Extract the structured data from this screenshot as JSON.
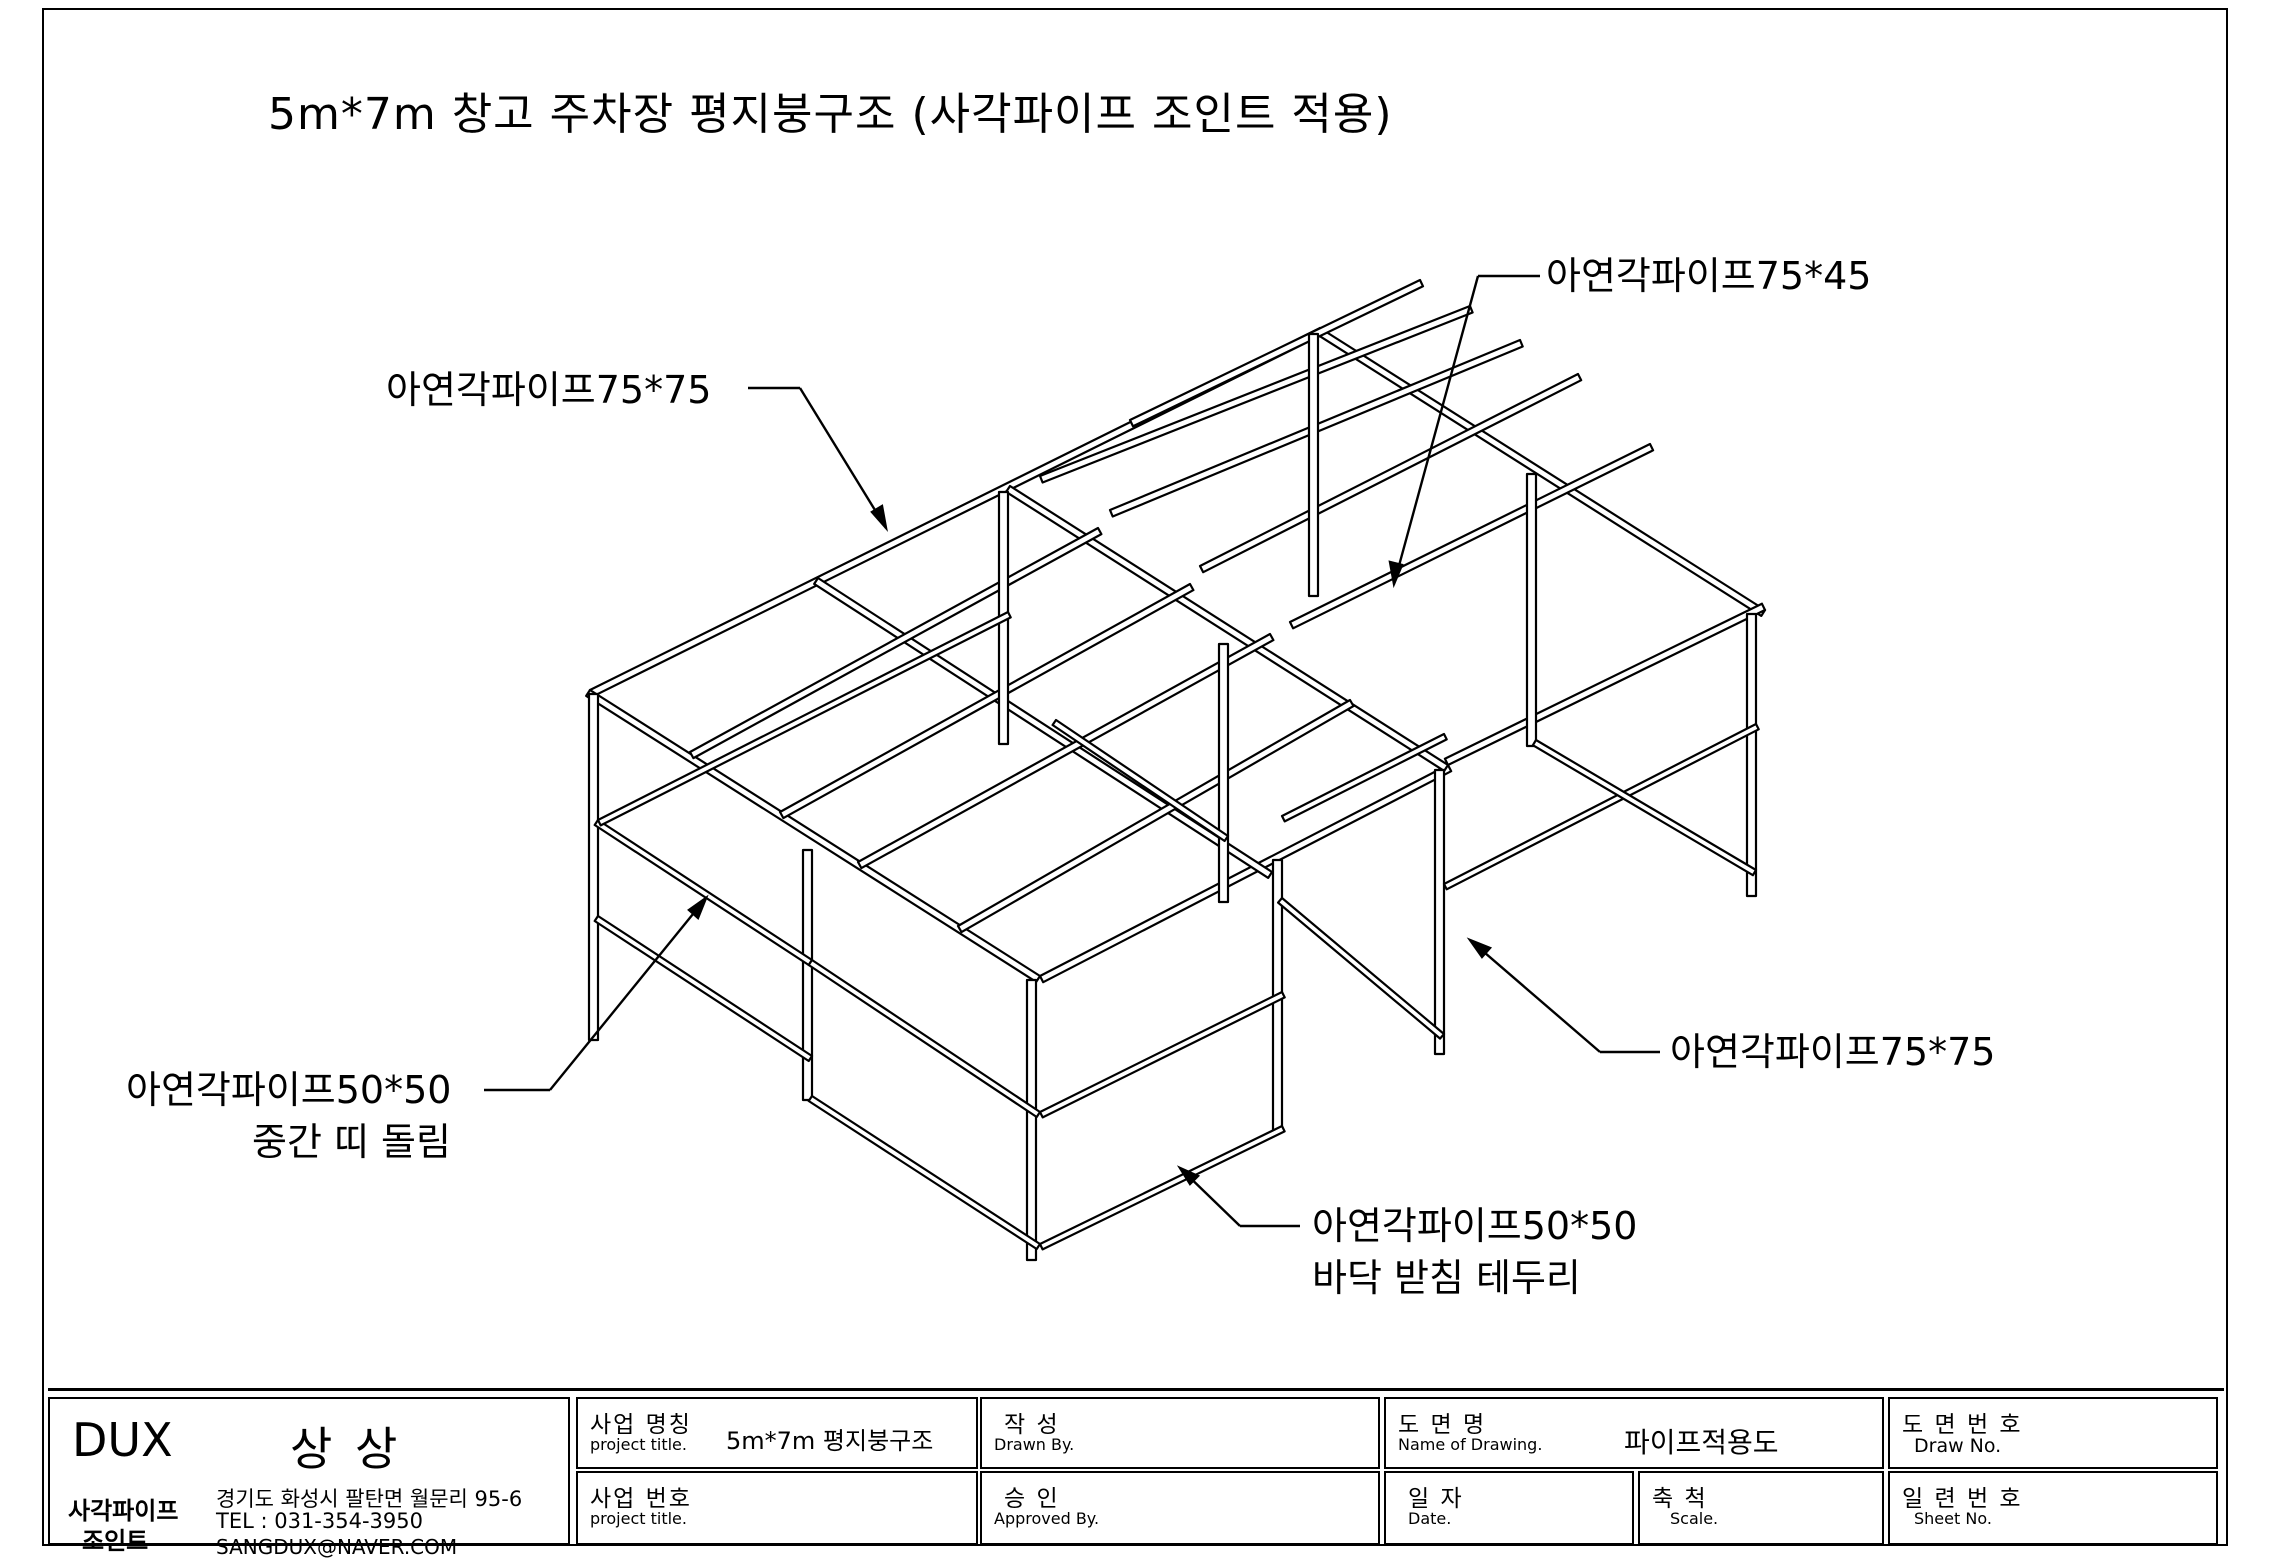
{
  "title": "5m*7m 창고 주차장 평지붕구조 (사각파이프 조인트 적용)",
  "callouts": {
    "top_left": "아연각파이프75*75",
    "top_right": "아연각파이프75*45",
    "mid_right": "아연각파이프75*75",
    "left_line1": "아연각파이프50*50",
    "left_line2": "중간 띠 돌림",
    "bottom_line1": "아연각파이프50*50",
    "bottom_line2": "바닥 받침 테두리"
  },
  "title_block": {
    "company": "DUX",
    "company_kr": "상 상",
    "product_line1": "사각파이프",
    "product_line2": "조인트",
    "address": "경기도 화성시 팔탄면 월문리 95-6",
    "tel": "TEL : 031-354-3950",
    "email": "SANGDUX@NAVER.COM",
    "project_name_label": "사업 명칭",
    "project_name_sub": "project title.",
    "project_name_value": "5m*7m  평지붕구조",
    "project_no_label": "사업 번호",
    "project_no_sub": "project title.",
    "drawn_label": "작    성",
    "drawn_sub": "Drawn By.",
    "approved_label": "승    인",
    "approved_sub": "Approved By.",
    "drawing_name_label": "도  면  명",
    "drawing_name_sub": "Name of Drawing.",
    "drawing_name_value": "파이프적용도",
    "date_label": "일  자",
    "date_sub": "Date.",
    "scale_label": "축  척",
    "scale_sub": "Scale.",
    "draw_no_label": "도 면 번 호",
    "draw_no_sub": "Draw No.",
    "sheet_no_label": "일 련 번 호",
    "sheet_no_sub": "Sheet No."
  }
}
